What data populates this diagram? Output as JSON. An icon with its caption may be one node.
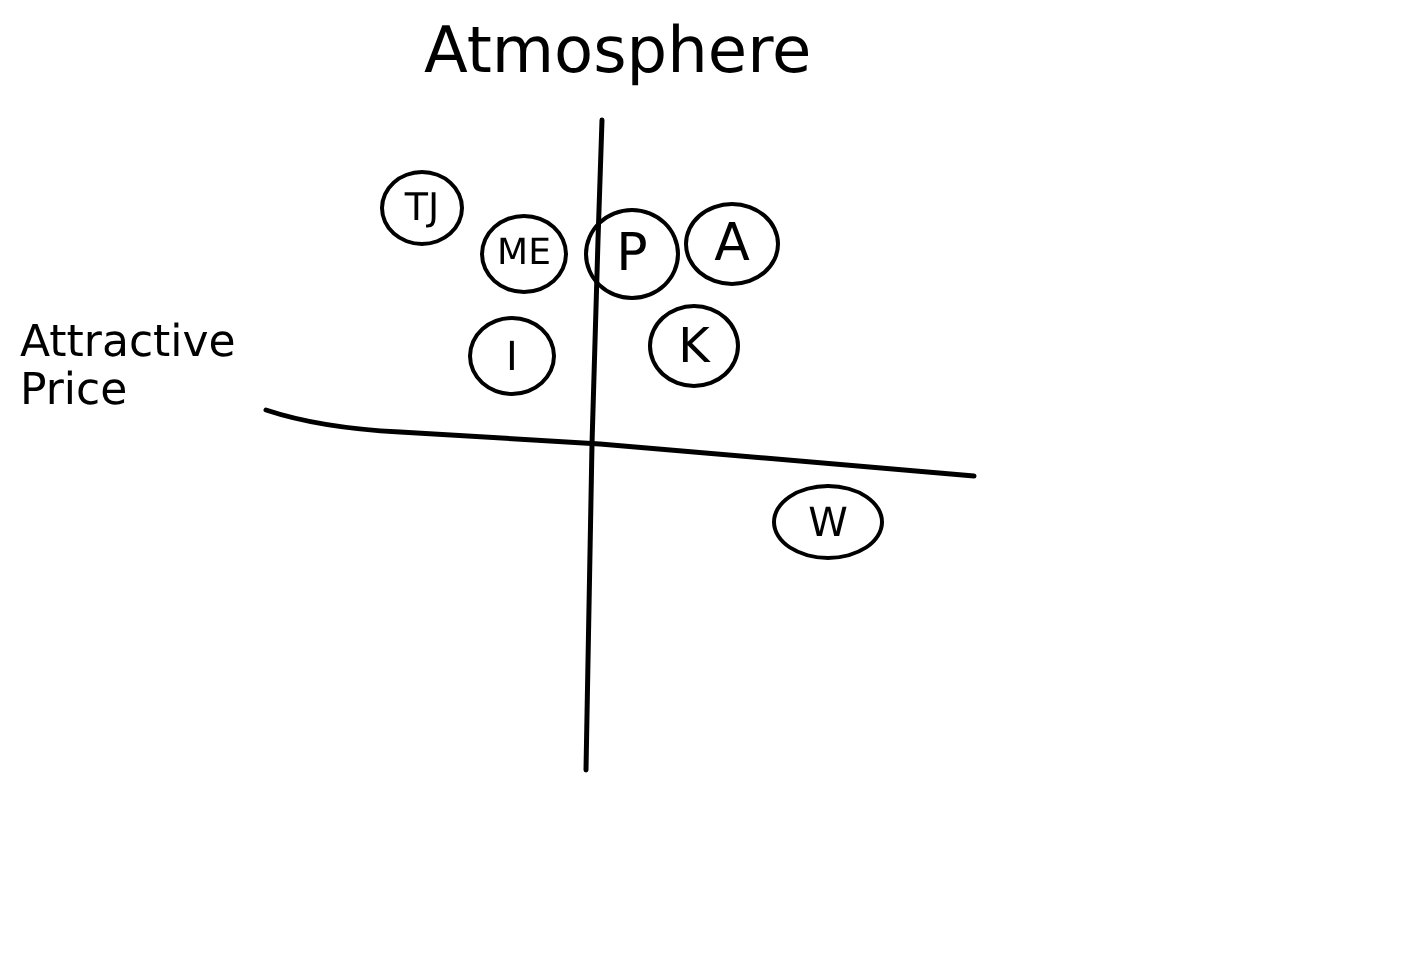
{
  "diagram": {
    "nodes": [
      {
        "text": [
          "TJ"
        ]
      },
      {
        "text": [
          "ME"
        ]
      },
      {
        "text": [
          "P"
        ]
      },
      {
        "text": [
          "A"
        ]
      },
      {
        "text": [
          "I"
        ]
      },
      {
        "text": [
          "K"
        ]
      },
      {
        "text": [
          "W"
        ]
      }
    ],
    "labels": [
      "Atmosphere",
      "Attractive Price"
    ]
  }
}
